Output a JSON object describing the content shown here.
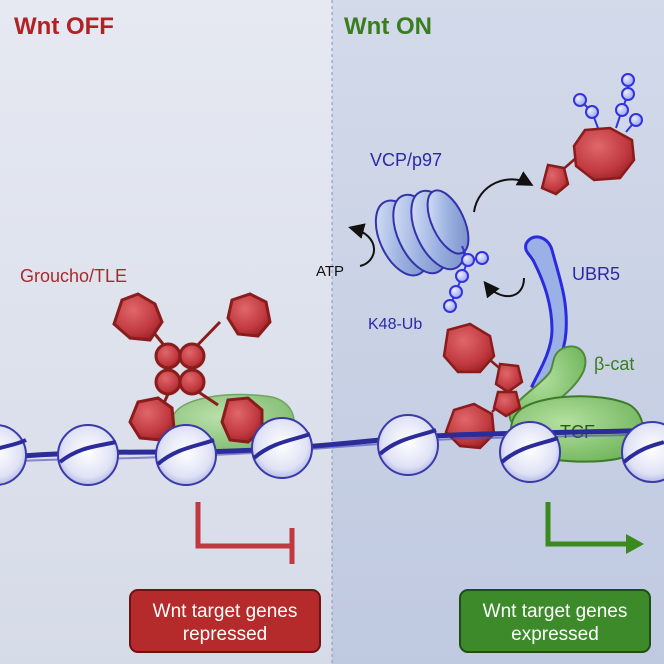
{
  "panels": {
    "left": {
      "title": "Wnt OFF",
      "title_color": "#b22222",
      "background": "#dfe3ee"
    },
    "right": {
      "title": "Wnt ON",
      "title_color": "#3a7d1e",
      "background": "#c9d2e6"
    }
  },
  "labels": {
    "groucho": "Groucho/TLE",
    "vcp": "VCP/p97",
    "atp": "ATP",
    "k48": "K48-Ub",
    "ubr5": "UBR5",
    "bcat": "β-cat",
    "tcf": "TCF"
  },
  "boxes": {
    "repressed": {
      "line1": "Wnt target genes",
      "line2": "repressed",
      "color": "#b52a2a"
    },
    "expressed": {
      "line1": "Wnt target genes",
      "line2": "expressed",
      "color": "#3d8a2a"
    }
  },
  "colors": {
    "protein_red": "#c0393f",
    "protein_dark": "#8a1c1c",
    "tcf_green": "#7ec46a",
    "dna_blue": "#2b2b9a",
    "ub_blue": "#3333dd",
    "vcp_blue": "#8fa6d8",
    "arrow_green": "#3a8a1e",
    "arrow_red": "#c0393f"
  },
  "icons": [
    "dna-helix",
    "nucleosome",
    "groucho-tetramer",
    "vcp-hexamer",
    "ubiquitin-chain",
    "transcription-arrow",
    "repression-bar"
  ]
}
